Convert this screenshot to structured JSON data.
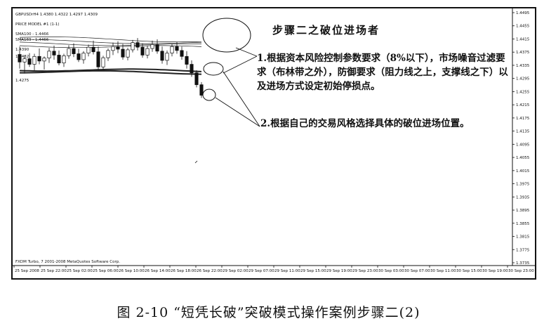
{
  "chart_data": {
    "type": "candlestick",
    "symbol_header": "GBPUSDrH4  1.4380 1.4322 1.4297 1.4309",
    "indicator_labels": [
      "PRICE MODEL #1 (1-1)",
      "SMA100 - 1.4466",
      "SMA169 - 1.4466",
      "1.4390",
      "1.4432",
      "1.4275"
    ],
    "footer_text": "FXDM Turbo, 7 2001-2008 MetaQuotes Software Corp.",
    "y_ticks": [
      "1.4495",
      "1.4455",
      "1.4415",
      "1.4375",
      "1.4335",
      "1.4295",
      "1.4255",
      "1.4215",
      "1.4175",
      "1.4135",
      "1.4095",
      "1.4055",
      "1.4015",
      "1.3975",
      "1.3935",
      "1.3895",
      "1.3855",
      "1.3815",
      "1.3775",
      "1.3735"
    ],
    "x_ticks": [
      "25 Sep 2008",
      "25 Sep 22:00",
      "25 Sep 02:00",
      "25 Sep 06:00",
      "26 Sep 10:00",
      "26 Sep 14:00",
      "26 Sep 18:00",
      "26 Sep 22:00",
      "29 Sep 02:00",
      "29 Sep 07:00",
      "29 Sep 11:00",
      "29 Sep 15:00",
      "29 Sep 19:00",
      "29 Sep 23:00",
      "30 Sep 03:00",
      "30 Sep 07:00",
      "30 Sep 11:00",
      "30 Sep 15:00",
      "30 Sep 19:00",
      "30 Sep 23:00"
    ],
    "ylim": [
      1.3735,
      1.4495
    ],
    "candles": [
      {
        "o": 1.4368,
        "h": 1.4392,
        "l": 1.4325,
        "c": 1.4345
      },
      {
        "o": 1.4345,
        "h": 1.4365,
        "l": 1.431,
        "c": 1.4355
      },
      {
        "o": 1.4355,
        "h": 1.4372,
        "l": 1.433,
        "c": 1.4338
      },
      {
        "o": 1.4338,
        "h": 1.437,
        "l": 1.432,
        "c": 1.4362
      },
      {
        "o": 1.4362,
        "h": 1.4386,
        "l": 1.4338,
        "c": 1.4348
      },
      {
        "o": 1.4348,
        "h": 1.4362,
        "l": 1.4322,
        "c": 1.4357
      },
      {
        "o": 1.4357,
        "h": 1.4388,
        "l": 1.4342,
        "c": 1.4378
      },
      {
        "o": 1.4378,
        "h": 1.4395,
        "l": 1.4352,
        "c": 1.4366
      },
      {
        "o": 1.4366,
        "h": 1.438,
        "l": 1.4335,
        "c": 1.4342
      },
      {
        "o": 1.4342,
        "h": 1.437,
        "l": 1.433,
        "c": 1.4364
      },
      {
        "o": 1.4364,
        "h": 1.4396,
        "l": 1.4355,
        "c": 1.4386
      },
      {
        "o": 1.4386,
        "h": 1.4402,
        "l": 1.436,
        "c": 1.437
      },
      {
        "o": 1.437,
        "h": 1.4385,
        "l": 1.4345,
        "c": 1.4352
      },
      {
        "o": 1.4352,
        "h": 1.4378,
        "l": 1.434,
        "c": 1.4372
      },
      {
        "o": 1.4372,
        "h": 1.4398,
        "l": 1.4362,
        "c": 1.439
      },
      {
        "o": 1.439,
        "h": 1.441,
        "l": 1.4368,
        "c": 1.4376
      },
      {
        "o": 1.4376,
        "h": 1.4392,
        "l": 1.432,
        "c": 1.433
      },
      {
        "o": 1.433,
        "h": 1.4364,
        "l": 1.4322,
        "c": 1.4358
      },
      {
        "o": 1.4358,
        "h": 1.4386,
        "l": 1.4348,
        "c": 1.438
      },
      {
        "o": 1.438,
        "h": 1.4404,
        "l": 1.4366,
        "c": 1.4392
      },
      {
        "o": 1.4392,
        "h": 1.4408,
        "l": 1.4372,
        "c": 1.4384
      },
      {
        "o": 1.4384,
        "h": 1.44,
        "l": 1.4352,
        "c": 1.436
      },
      {
        "o": 1.436,
        "h": 1.4388,
        "l": 1.435,
        "c": 1.4382
      },
      {
        "o": 1.4382,
        "h": 1.4412,
        "l": 1.4374,
        "c": 1.4404
      },
      {
        "o": 1.4404,
        "h": 1.4418,
        "l": 1.438,
        "c": 1.439
      },
      {
        "o": 1.439,
        "h": 1.4402,
        "l": 1.4358,
        "c": 1.4366
      },
      {
        "o": 1.4366,
        "h": 1.4394,
        "l": 1.4356,
        "c": 1.4386
      },
      {
        "o": 1.4386,
        "h": 1.441,
        "l": 1.4376,
        "c": 1.4398
      },
      {
        "o": 1.4398,
        "h": 1.4414,
        "l": 1.437,
        "c": 1.4378
      },
      {
        "o": 1.4378,
        "h": 1.4392,
        "l": 1.434,
        "c": 1.435
      },
      {
        "o": 1.435,
        "h": 1.438,
        "l": 1.4336,
        "c": 1.4372
      },
      {
        "o": 1.4372,
        "h": 1.44,
        "l": 1.4362,
        "c": 1.4392
      },
      {
        "o": 1.4392,
        "h": 1.4406,
        "l": 1.437,
        "c": 1.438
      },
      {
        "o": 1.438,
        "h": 1.4392,
        "l": 1.4352,
        "c": 1.4362
      },
      {
        "o": 1.4362,
        "h": 1.4378,
        "l": 1.4325,
        "c": 1.4338
      },
      {
        "o": 1.4338,
        "h": 1.435,
        "l": 1.43,
        "c": 1.4312
      },
      {
        "o": 1.4312,
        "h": 1.432,
        "l": 1.4268,
        "c": 1.4276
      },
      {
        "o": 1.4276,
        "h": 1.4284,
        "l": 1.4236,
        "c": 1.4244
      }
    ],
    "bands": [
      {
        "name": "upper-band-1",
        "start": 1.442,
        "end": 1.4408
      },
      {
        "name": "upper-band-2",
        "start": 1.441,
        "end": 1.4402
      },
      {
        "name": "upper-band-3",
        "start": 1.4402,
        "end": 1.4396
      },
      {
        "name": "upper-band-4",
        "start": 1.4394,
        "end": 1.439
      },
      {
        "name": "lower-band-1",
        "start": 1.4322,
        "end": 1.4318
      },
      {
        "name": "lower-band-2",
        "start": 1.4316,
        "end": 1.4312
      }
    ]
  },
  "annotations": {
    "title": "步骤二之破位进场者",
    "note1": "1.根据资本风险控制参数要求（8%以下），市场噪音过滤要求（布林带之外），防御要求（阻力线之上，支撑线之下）以及进场方式设定初始停损点。",
    "note2": "2.根据自己的交易风格选择具体的破位进场位置。"
  },
  "caption": "图 2-10 “短凭长破”突破模式操作案例步骤二(2)"
}
